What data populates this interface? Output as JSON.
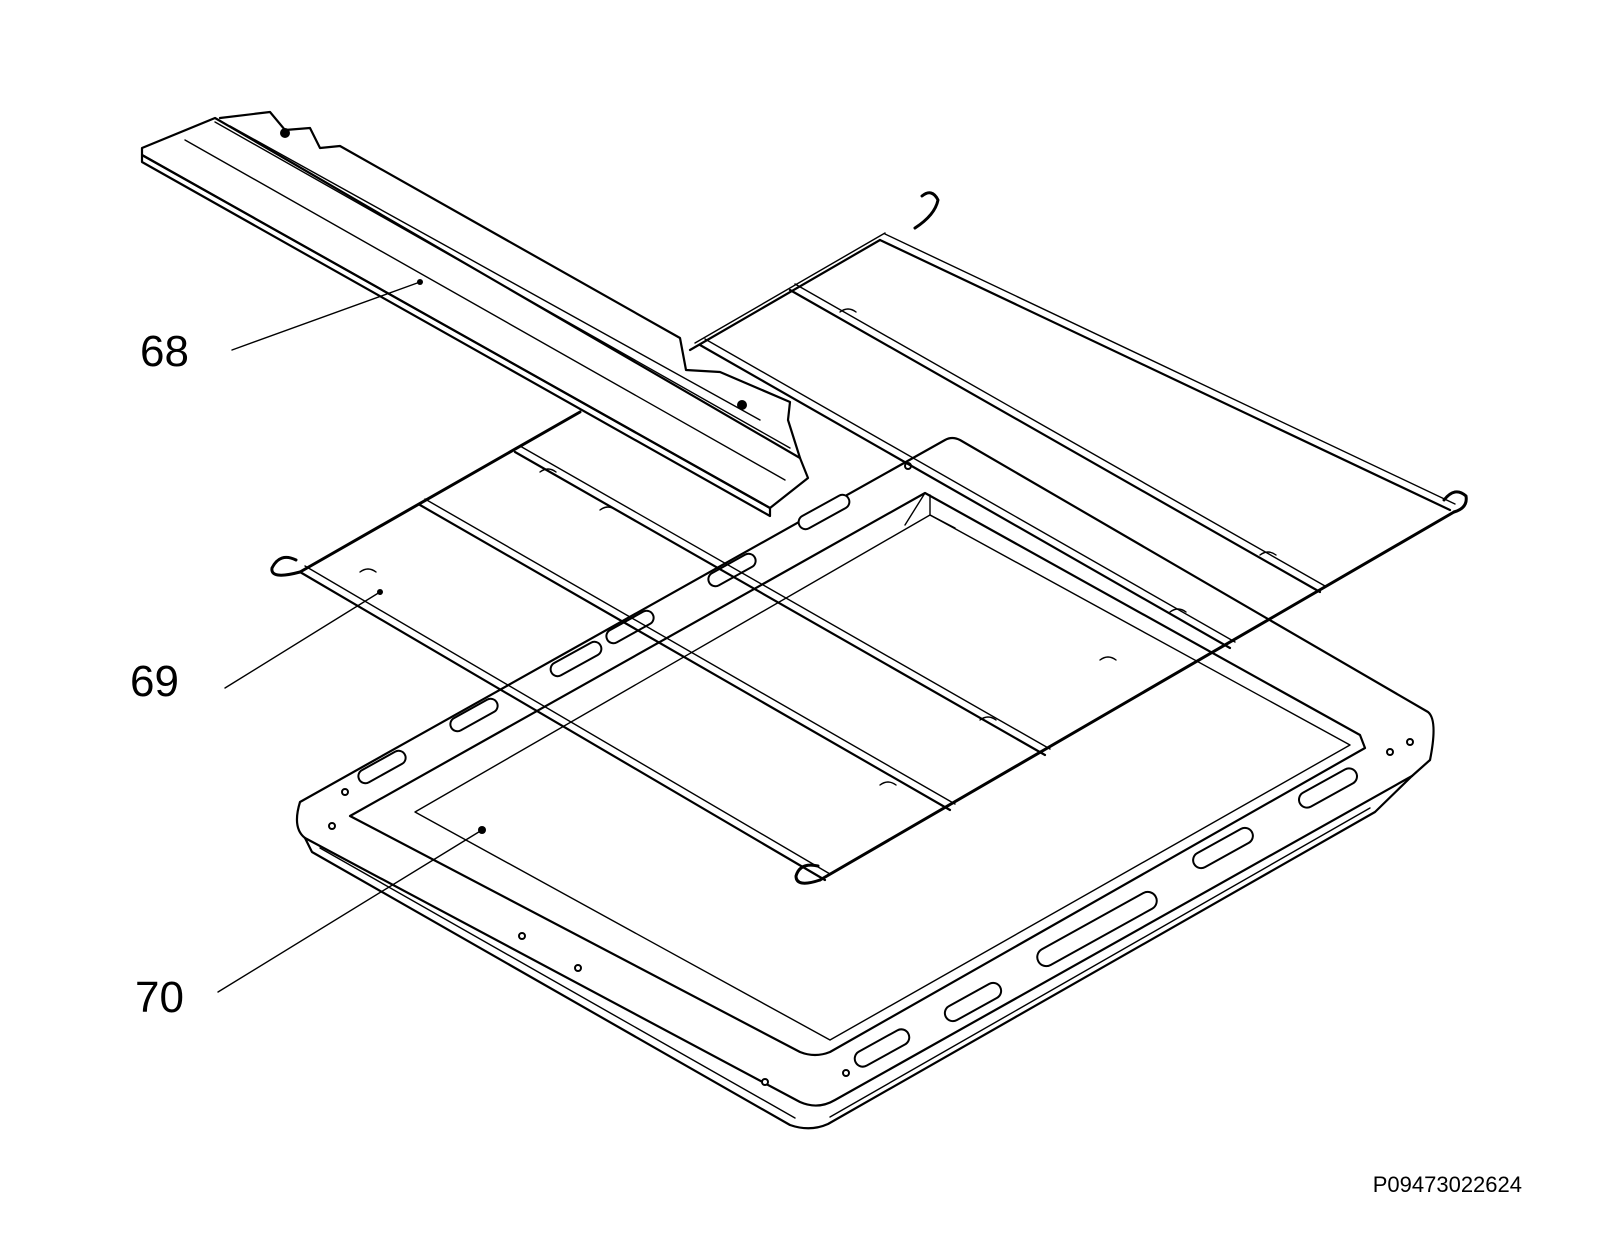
{
  "callouts": [
    {
      "label": "68",
      "part": "top-rail"
    },
    {
      "label": "69",
      "part": "wire-shelf"
    },
    {
      "label": "70",
      "part": "oven-tray"
    }
  ],
  "reference_code": "P09473022624",
  "colors": {
    "line": "#000000",
    "background": "#ffffff"
  }
}
